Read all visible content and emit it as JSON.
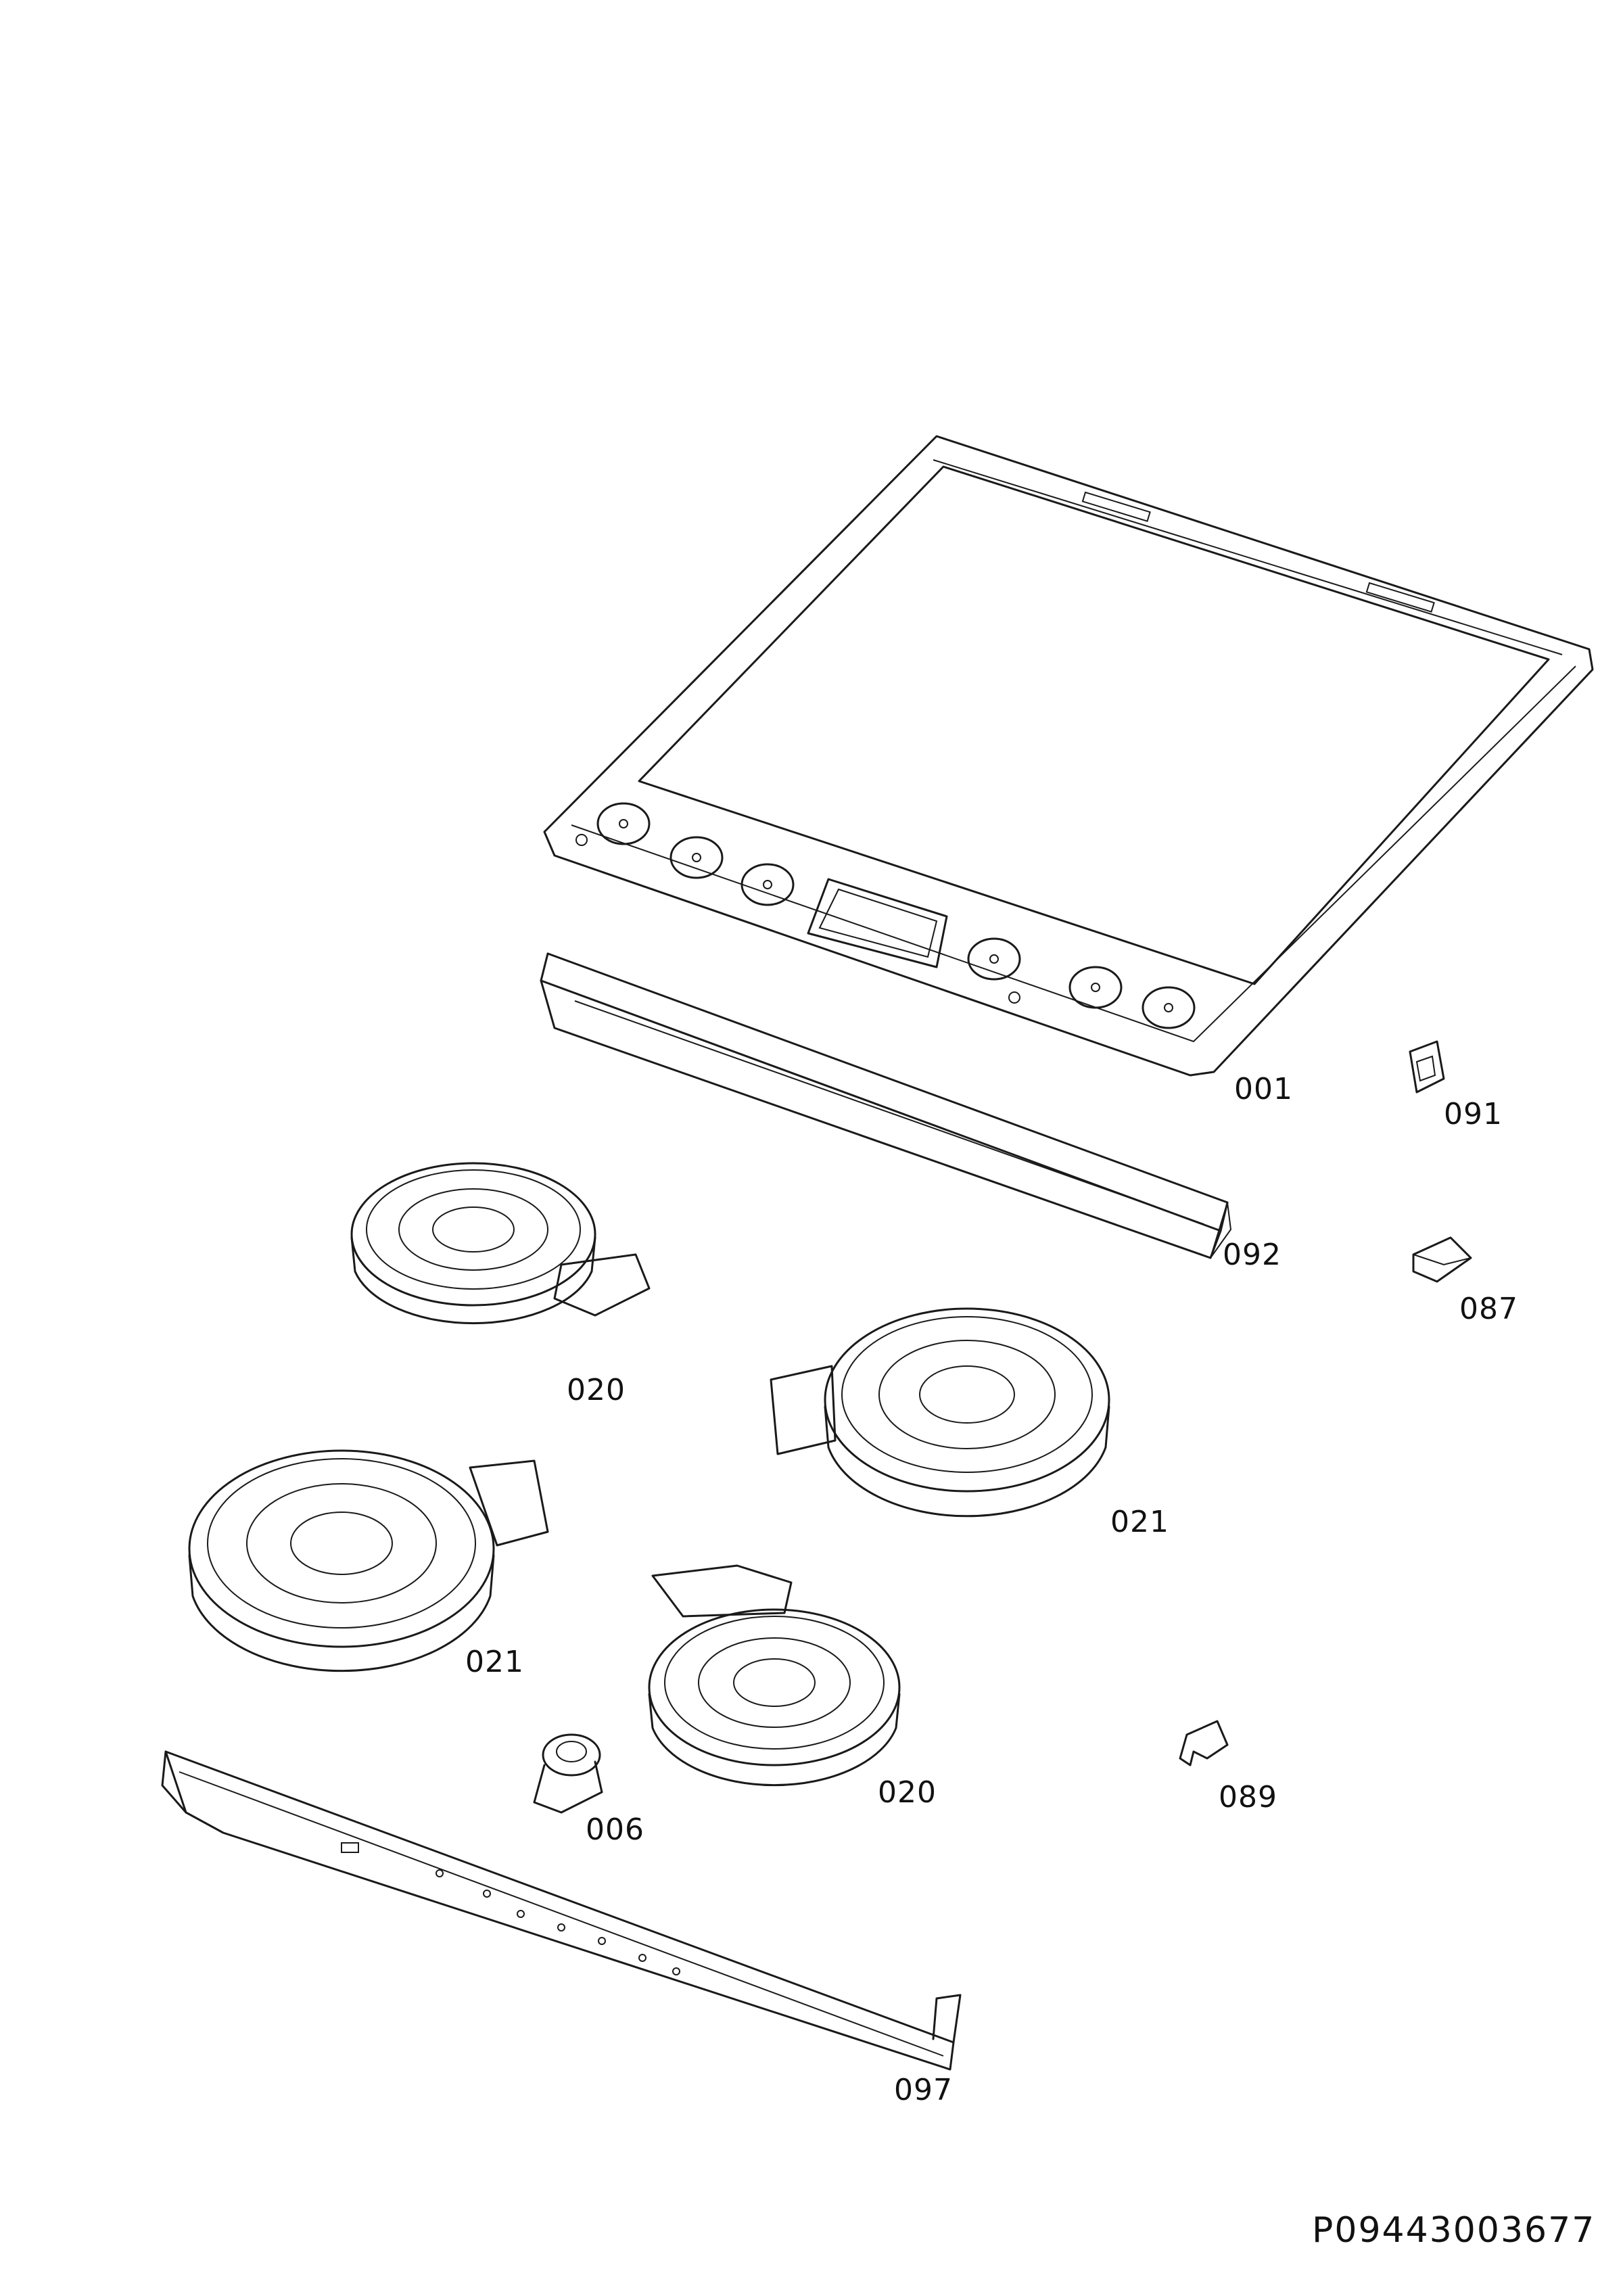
{
  "diagram": {
    "document_id": "P09443003677",
    "parts": [
      {
        "key": "p001",
        "label": "001"
      },
      {
        "key": "p091",
        "label": "091"
      },
      {
        "key": "p092",
        "label": "092"
      },
      {
        "key": "p087",
        "label": "087"
      },
      {
        "key": "p020a",
        "label": "020"
      },
      {
        "key": "p021a",
        "label": "021"
      },
      {
        "key": "p021b",
        "label": "021"
      },
      {
        "key": "p020b",
        "label": "020"
      },
      {
        "key": "p006",
        "label": "006"
      },
      {
        "key": "p089",
        "label": "089"
      },
      {
        "key": "p097",
        "label": "097"
      }
    ]
  }
}
